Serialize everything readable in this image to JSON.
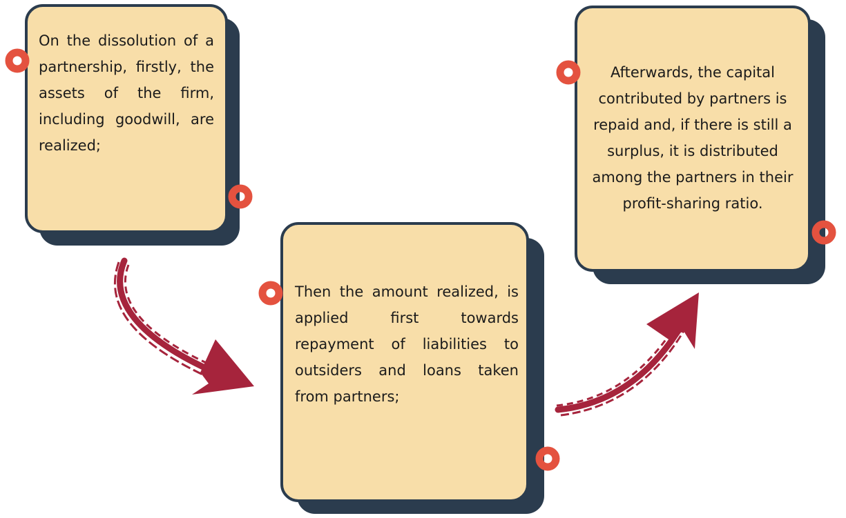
{
  "colors": {
    "card_fill": "#f8dea9",
    "card_outline": "#2b3c4e",
    "shadow": "#2b3c4e",
    "connector": "#e4523f",
    "arrow": "#a6243c"
  },
  "steps": [
    {
      "text": "On the dissolution of a partnership, firstly, the assets of the firm, including goodwill, are realized;"
    },
    {
      "text": "Then the amount realized, is applied first towards repayment of liabilities to outsiders and loans taken from partners;"
    },
    {
      "text": "Afterwards, the capital contributed by partners is repaid and, if there is still a surplus, it is distributed among the partners in their profit-sharing ratio."
    }
  ],
  "icons": {
    "connector": "ring-connector-icon",
    "arrow": "brush-arrow-icon"
  }
}
